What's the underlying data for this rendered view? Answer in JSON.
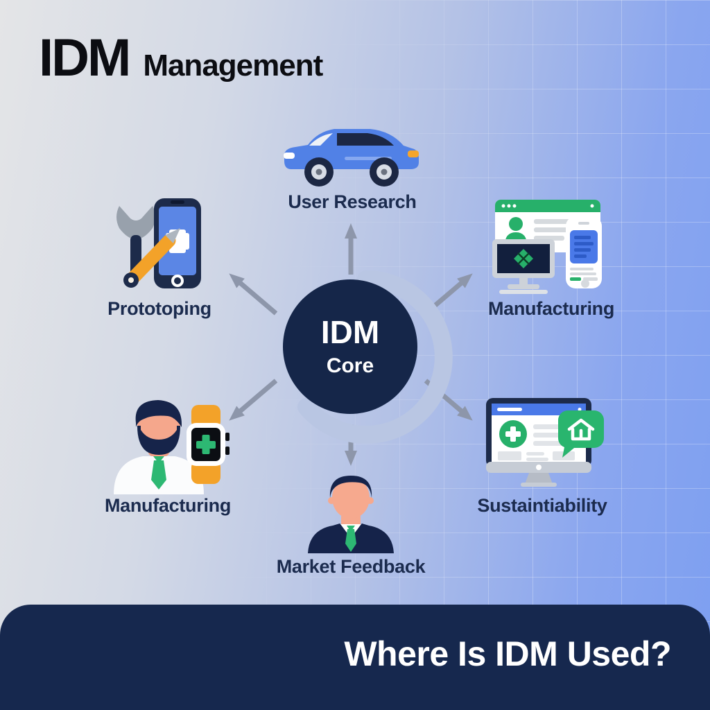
{
  "header": {
    "brand": "IDM",
    "title": "Management"
  },
  "center": {
    "line1": "IDM",
    "line2": "Core",
    "icon": "hub-circle"
  },
  "nodes": [
    {
      "id": "user-research",
      "label": "User Research",
      "icon": "car-icon"
    },
    {
      "id": "manufacturing-top",
      "label": "Manufacturing",
      "icon": "devices-cluster-icon"
    },
    {
      "id": "prototyping",
      "label": "Prototoping",
      "icon": "wrench-pencil-phone-icon"
    },
    {
      "id": "manufacturing-bottom",
      "label": "Manufacturing",
      "icon": "worker-smartwatch-icon"
    },
    {
      "id": "sustainability",
      "label": "Sustaintiability",
      "icon": "monitor-chat-bubble-icon"
    },
    {
      "id": "market-feedback",
      "label": "Market Feedback",
      "icon": "businessman-icon"
    }
  ],
  "footer": {
    "question": "Where Is IDM Used?"
  },
  "colors": {
    "navy": "#152649",
    "banner_navy": "#16284e",
    "label_navy": "#1b2b4e",
    "arrow_gray": "#8d96aa",
    "ring_light": "#b9c6e3",
    "accent_green": "#27b06a",
    "accent_blue": "#4a79e8",
    "car_blue": "#5181e6",
    "accent_orange": "#f3a229",
    "skin_peach": "#f5a78c",
    "bg_left": "#e4e5e7",
    "bg_right": "#7d9ff1"
  }
}
